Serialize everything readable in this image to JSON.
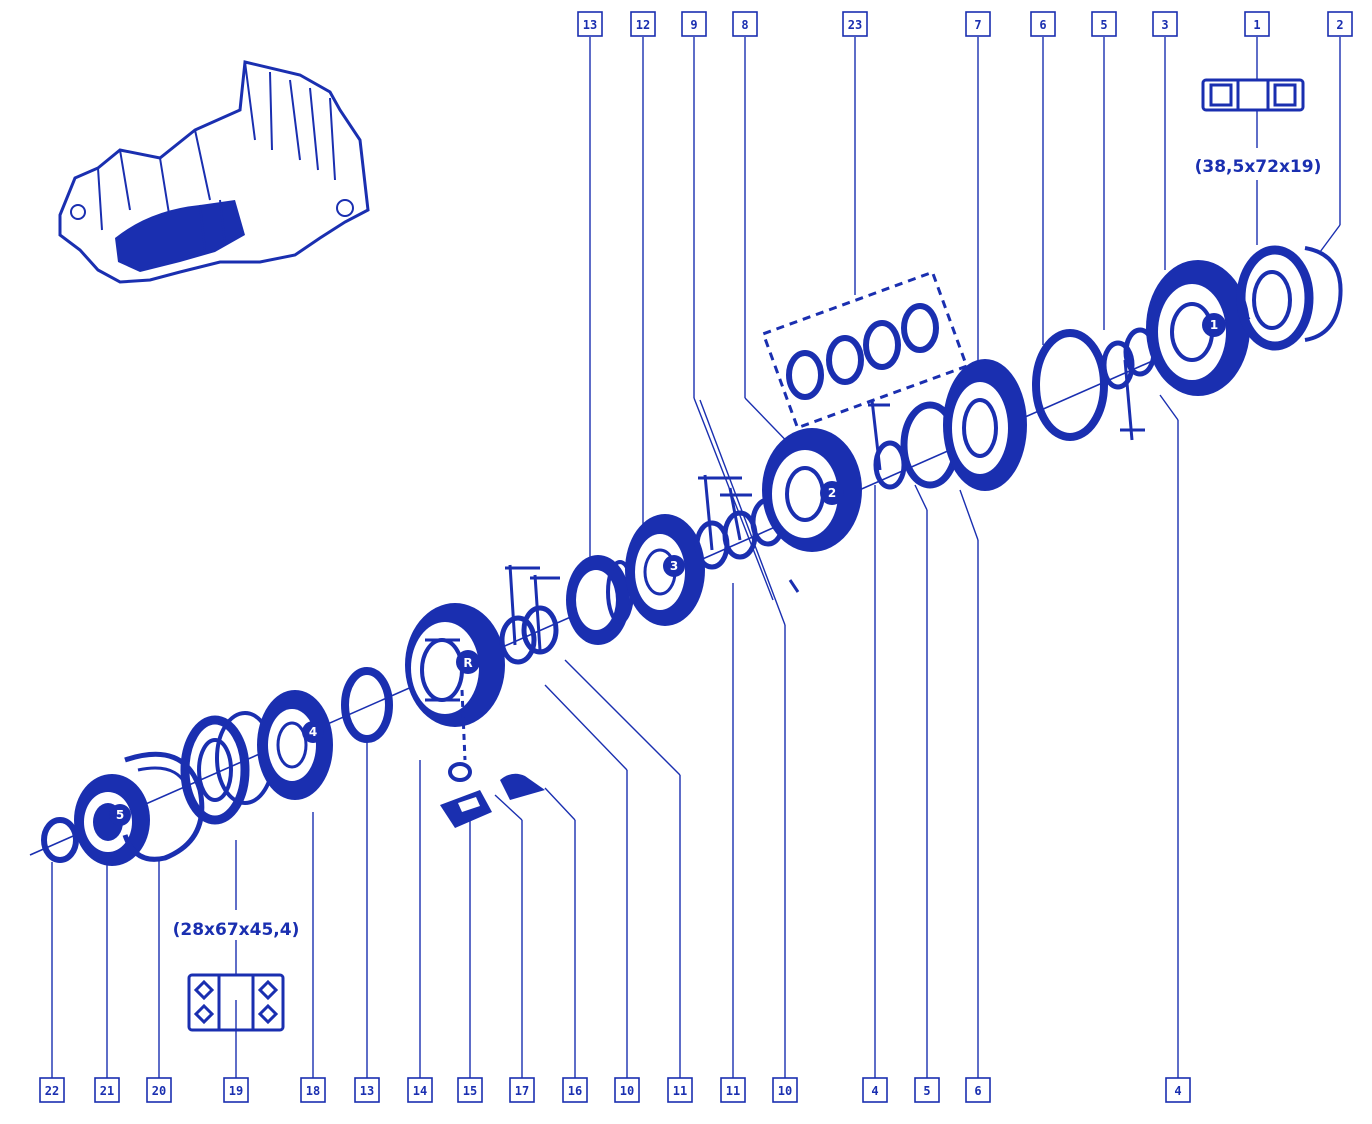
{
  "colors": {
    "ink": "#1a2fb0",
    "background": "#ffffff"
  },
  "top_labels": [
    "13",
    "12",
    "9",
    "8",
    "23",
    "7",
    "6",
    "5",
    "3",
    "1",
    "2"
  ],
  "bottom_labels": [
    "22",
    "21",
    "20",
    "19",
    "18",
    "13",
    "14",
    "15",
    "17",
    "16",
    "10",
    "11",
    "11",
    "10",
    "4",
    "5",
    "6",
    "4"
  ],
  "dimensions": {
    "bearing_top": "(38,5x72x19)",
    "bearing_bottom": "(28x67x45,4)"
  },
  "gear_badges": {
    "first": "1",
    "second": "2",
    "third": "3",
    "fourth": "4",
    "fifth": "5",
    "reverse": "R"
  }
}
